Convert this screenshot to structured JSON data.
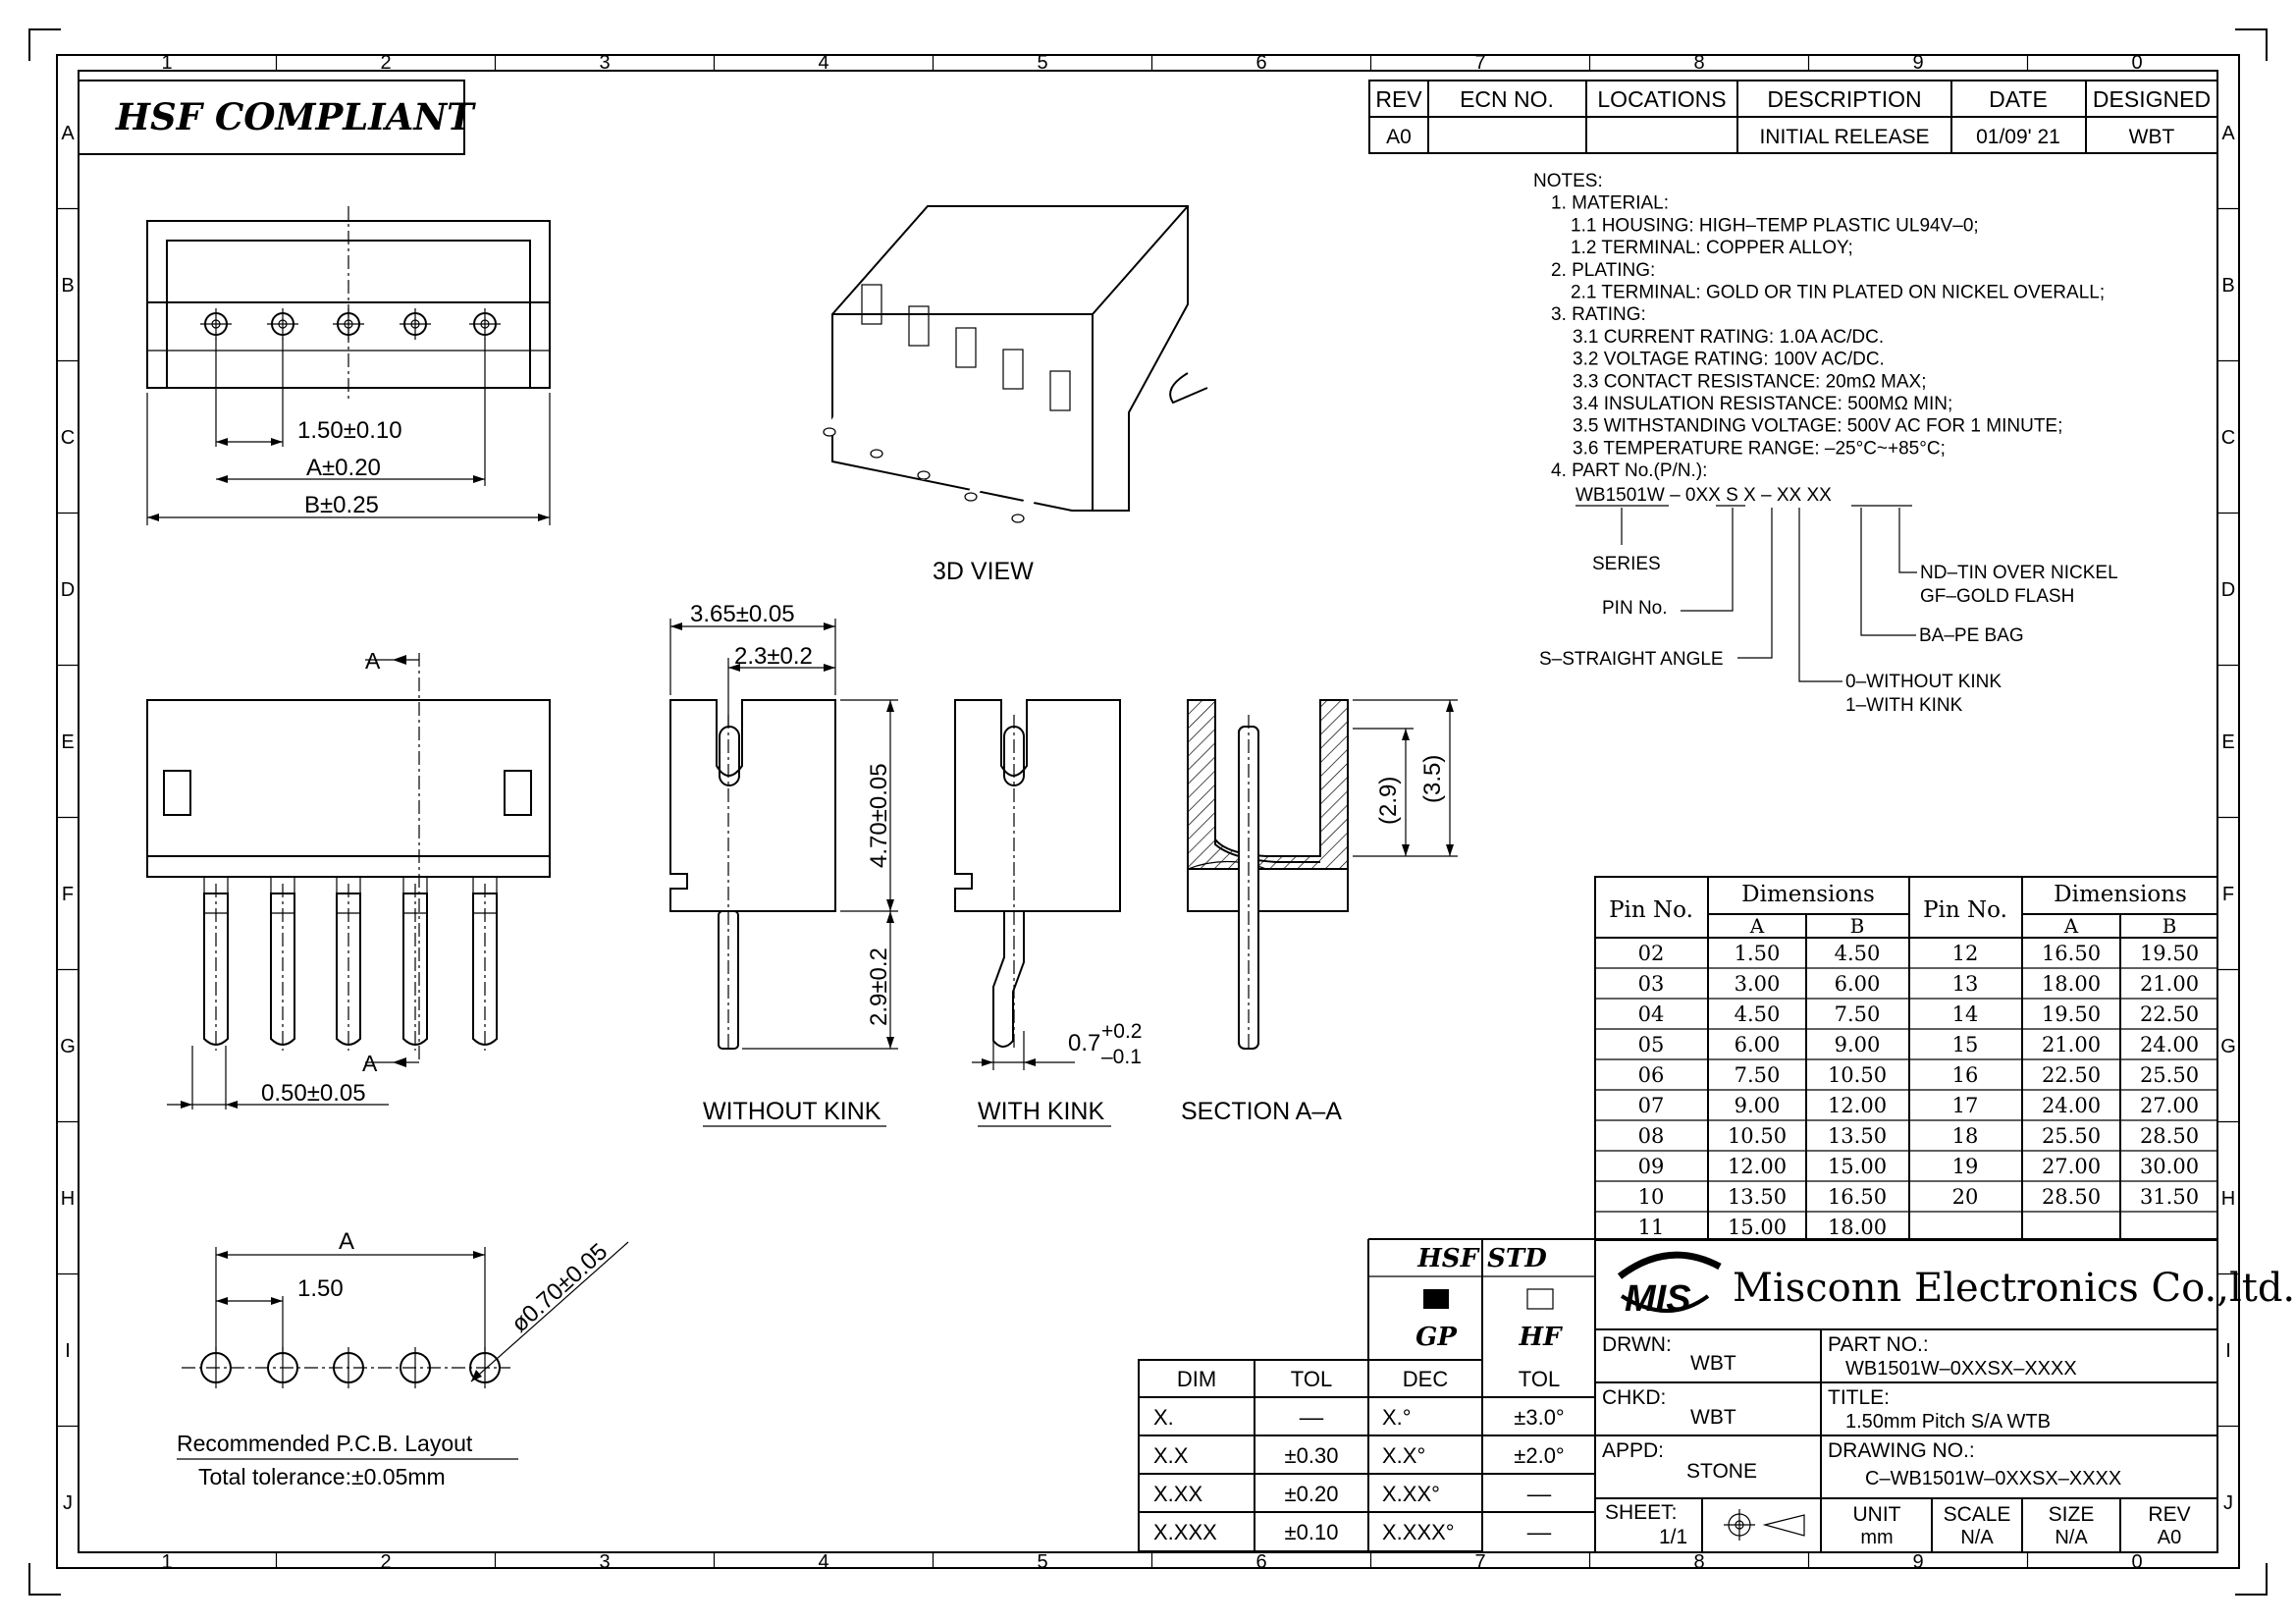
{
  "frame": {
    "top_numbers": [
      "1",
      "2",
      "3",
      "4",
      "5",
      "6",
      "7",
      "8",
      "9",
      "0"
    ],
    "side_letters": [
      "A",
      "B",
      "C",
      "D",
      "E",
      "F",
      "G",
      "H",
      "I",
      "J"
    ]
  },
  "badge": "HSF  COMPLIANT",
  "revision_table": {
    "headers": [
      "REV",
      "ECN  NO.",
      "LOCATIONS",
      "DESCRIPTION",
      "DATE",
      "DESIGNED"
    ],
    "row": [
      "A0",
      "",
      "",
      "INITIAL  RELEASE",
      "01/09' 21",
      "WBT"
    ]
  },
  "notes": [
    {
      "indent": 0,
      "text": "NOTES:"
    },
    {
      "indent": 1,
      "text": "1.  MATERIAL:"
    },
    {
      "indent": 2,
      "text": "1.1  HOUSING:  HIGH–TEMP  PLASTIC  UL94V–0;"
    },
    {
      "indent": 2,
      "text": "1.2  TERMINAL:  COPPER  ALLOY;"
    },
    {
      "indent": 1,
      "text": "2.  PLATING:"
    },
    {
      "indent": 2,
      "text": "2.1  TERMINAL:  GOLD  OR  TIN  PLATED  ON  NICKEL  OVERALL;"
    },
    {
      "indent": 1,
      "text": "3.  RATING:"
    },
    {
      "indent": 3,
      "text": "3.1  CURRENT  RATING:  1.0A  AC/DC."
    },
    {
      "indent": 3,
      "text": "3.2  VOLTAGE  RATING:  100V  AC/DC."
    },
    {
      "indent": 3,
      "text": "3.3  CONTACT  RESISTANCE:  20mΩ  MAX;"
    },
    {
      "indent": 3,
      "text": "3.4  INSULATION  RESISTANCE:  500MΩ  MIN;"
    },
    {
      "indent": 3,
      "text": "3.5  WITHSTANDING  VOLTAGE:  500V  AC  FOR  1  MINUTE;"
    },
    {
      "indent": 3,
      "text": "3.6  TEMPERATURE  RANGE:  –25°C~+85°C;"
    },
    {
      "indent": 1,
      "text": "4.  PART  No.(P/N.):"
    }
  ],
  "part_code": {
    "code": "WB1501W  –  0XX  S  X  –  XX  XX",
    "series": "SERIES",
    "pin_no": "PIN  No.",
    "angle": "S–STRAIGHT  ANGLE",
    "kink0": "0–WITHOUT  KINK",
    "kink1": "1–WITH  KINK",
    "bag": "BA–PE  BAG",
    "plating1": "ND–TIN  OVER  NICKEL",
    "plating2": "GF–GOLD  FLASH"
  },
  "views": {
    "top_dim_pitch": "1.50±0.10",
    "top_dim_a": "A±0.20",
    "top_dim_b": "B±0.25",
    "view_3d": "3D  VIEW",
    "front_section_mark": "A",
    "front_pin_dim": "0.50±0.05",
    "side_w": "3.65±0.05",
    "side_slot": "2.3±0.2",
    "side_h": "4.70±0.05",
    "side_pin": "2.9±0.2",
    "without_kink": "WITHOUT  KINK",
    "with_kink": "WITH  KINK",
    "kink_tol_base": "0.7",
    "kink_tol_plus": "+0.2",
    "kink_tol_minus": "–0.1",
    "section": "SECTION  A–A",
    "sec_29": "(2.9)",
    "sec_35": "(3.5)",
    "pcb_a": "A",
    "pcb_pitch": "1.50",
    "pcb_hole": "ø0.70±0.05",
    "pcb_title": "Recommended  P.C.B.  Layout",
    "pcb_tol": "Total  tolerance:±0.05mm"
  },
  "dim_table": {
    "h_pin": "Pin No.",
    "h_dims": "Dimensions",
    "h_a": "A",
    "h_b": "B",
    "left": [
      [
        "02",
        "1.50",
        "4.50"
      ],
      [
        "03",
        "3.00",
        "6.00"
      ],
      [
        "04",
        "4.50",
        "7.50"
      ],
      [
        "05",
        "6.00",
        "9.00"
      ],
      [
        "06",
        "7.50",
        "10.50"
      ],
      [
        "07",
        "9.00",
        "12.00"
      ],
      [
        "08",
        "10.50",
        "13.50"
      ],
      [
        "09",
        "12.00",
        "15.00"
      ],
      [
        "10",
        "13.50",
        "16.50"
      ],
      [
        "11",
        "15.00",
        "18.00"
      ]
    ],
    "right": [
      [
        "12",
        "16.50",
        "19.50"
      ],
      [
        "13",
        "18.00",
        "21.00"
      ],
      [
        "14",
        "19.50",
        "22.50"
      ],
      [
        "15",
        "21.00",
        "24.00"
      ],
      [
        "16",
        "22.50",
        "25.50"
      ],
      [
        "17",
        "24.00",
        "27.00"
      ],
      [
        "18",
        "25.50",
        "28.50"
      ],
      [
        "19",
        "27.00",
        "30.00"
      ],
      [
        "20",
        "28.50",
        "31.50"
      ]
    ]
  },
  "tol_table": {
    "h": [
      "DIM",
      "TOL",
      "DEC",
      "TOL"
    ],
    "rows": [
      [
        "X.",
        "––",
        "X.°",
        "±3.0°"
      ],
      [
        "X.X",
        "±0.30",
        "X.X°",
        "±2.0°"
      ],
      [
        "X.XX",
        "±0.20",
        "X.XX°",
        "––"
      ],
      [
        "X.XXX",
        "±0.10",
        "X.XXX°",
        "––"
      ]
    ]
  },
  "hsf_std": {
    "title": "HSF  STD",
    "gp": "GP",
    "hf": "HF"
  },
  "title_block": {
    "logo": "MIS",
    "company": "Misconn Electronics Co.,ltd.",
    "drwn_l": "DRWN:",
    "drwn_v": "WBT",
    "chkd_l": "CHKD:",
    "chkd_v": "WBT",
    "appd_l": "APPD:",
    "appd_v": "STONE",
    "part_l": "PART  NO.:",
    "part_v": "WB1501W–0XXSX–XXXX",
    "title_l": "TITLE:",
    "title_v": "1.50mm  Pitch  S/A  WTB",
    "dwg_l": "DRAWING  NO.:",
    "dwg_v": "C–WB1501W–0XXSX–XXXX",
    "sheet_l": "SHEET:",
    "sheet_v": "1/1",
    "unit_l": "UNIT",
    "unit_v": "mm",
    "scale_l": "SCALE",
    "scale_v": "N/A",
    "size_l": "SIZE",
    "size_v": "N/A",
    "rev_l": "REV",
    "rev_v": "A0"
  }
}
